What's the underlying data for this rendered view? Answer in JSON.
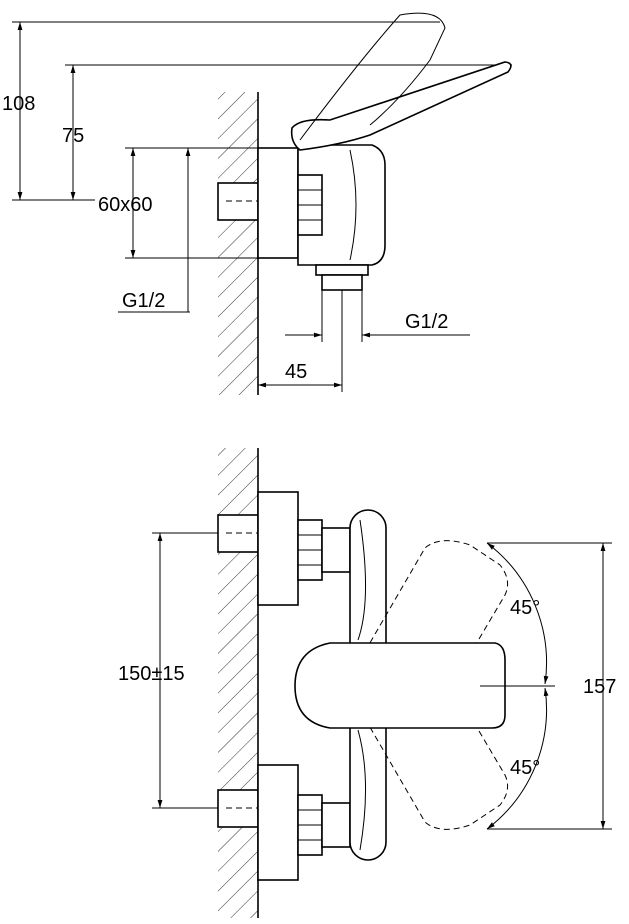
{
  "top_view": {
    "dim_overall_height": "108",
    "dim_lever_height": "75",
    "dim_plate": "60x60",
    "dim_inlet_thread": "G1/2",
    "dim_outlet_thread": "G1/2",
    "dim_wall_to_outlet": "45"
  },
  "front_view": {
    "dim_inlet_spacing": "150±15",
    "dim_lever_sweep": "157",
    "angle_up": "45°",
    "angle_down": "45°"
  }
}
